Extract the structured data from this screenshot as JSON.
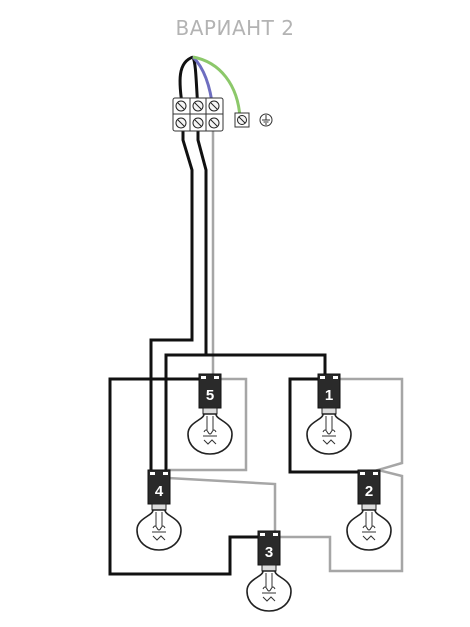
{
  "title": "ВАРИАНТ 2",
  "lamps": [
    {
      "id": "lamp-1",
      "label": "1"
    },
    {
      "id": "lamp-2",
      "label": "2"
    },
    {
      "id": "lamp-3",
      "label": "3"
    },
    {
      "id": "lamp-4",
      "label": "4"
    },
    {
      "id": "lamp-5",
      "label": "5"
    }
  ],
  "wire_colors": {
    "phase": "#111111",
    "neutral": "#6e6ec0",
    "ground": "#8cc86a",
    "jumper": "#a6a6a6"
  },
  "icons": {
    "ground_symbol": "ground-icon",
    "terminal_block": "terminal-block-icon"
  }
}
